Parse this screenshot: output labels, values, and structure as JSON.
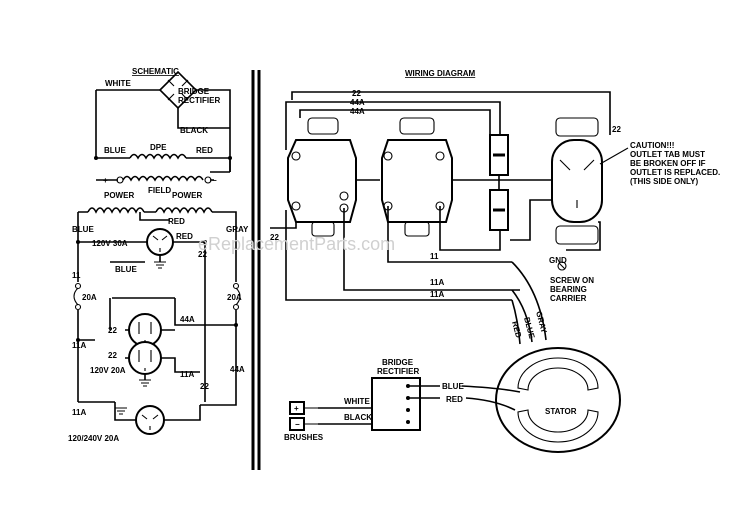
{
  "schematic": {
    "title": "SCHEMATIC",
    "white": "WHITE",
    "bridge_rectifier": "BRIDGE",
    "bridge_rectifier2": "RECTIFIER",
    "black": "BLACK",
    "blue_top": "BLUE",
    "dpe": "DPE",
    "red_top": "RED",
    "field": "FIELD",
    "power1": "POWER",
    "power2": "POWER",
    "red_mid": "RED",
    "red_recept": "RED",
    "blue_left": "BLUE",
    "gray": "GRAY",
    "recept_30a": "120V 30A",
    "blue_lower": "BLUE",
    "w22_mid": "22",
    "w11": "11",
    "cb_left": "20A",
    "cb_right": "20A",
    "w22_left": "22",
    "w44a_a": "44A",
    "w11a_left": "11A",
    "w22_left2": "22",
    "recept_20a": "120V 20A",
    "w11a_mid": "11A",
    "w44a_right": "44A",
    "w22_right": "22",
    "w11a_bottom": "11A",
    "recept_240": "120/240V 20A"
  },
  "wiring": {
    "title": "WIRING DIAGRAM",
    "w22_top": "22",
    "w44a_top1": "44A",
    "w44a_top2": "44A",
    "w22_right": "22",
    "caution1": "CAUTION!!!",
    "caution2": "OUTLET TAB MUST",
    "caution3": "BE BROKEN OFF IF",
    "caution4": "OUTLET IS REPLACED.",
    "caution5": "(THIS SIDE ONLY)",
    "w22_left": "22",
    "w11": "11",
    "w11a_1": "11A",
    "w11a_2": "11A",
    "gnd": "GND",
    "screw1": "SCREW ON",
    "screw2": "BEARING",
    "screw3": "CARRIER",
    "lead_gray": "GRAY",
    "lead_blue": "BLUE",
    "lead_red": "RED",
    "bridge1": "BRIDGE",
    "bridge2": "RECTIFIER",
    "blue": "BLUE",
    "red": "RED",
    "white": "WHITE",
    "black": "BLACK",
    "brushes": "BRUSHES",
    "stator": "STATOR"
  },
  "watermark": "eReplacementParts.com"
}
